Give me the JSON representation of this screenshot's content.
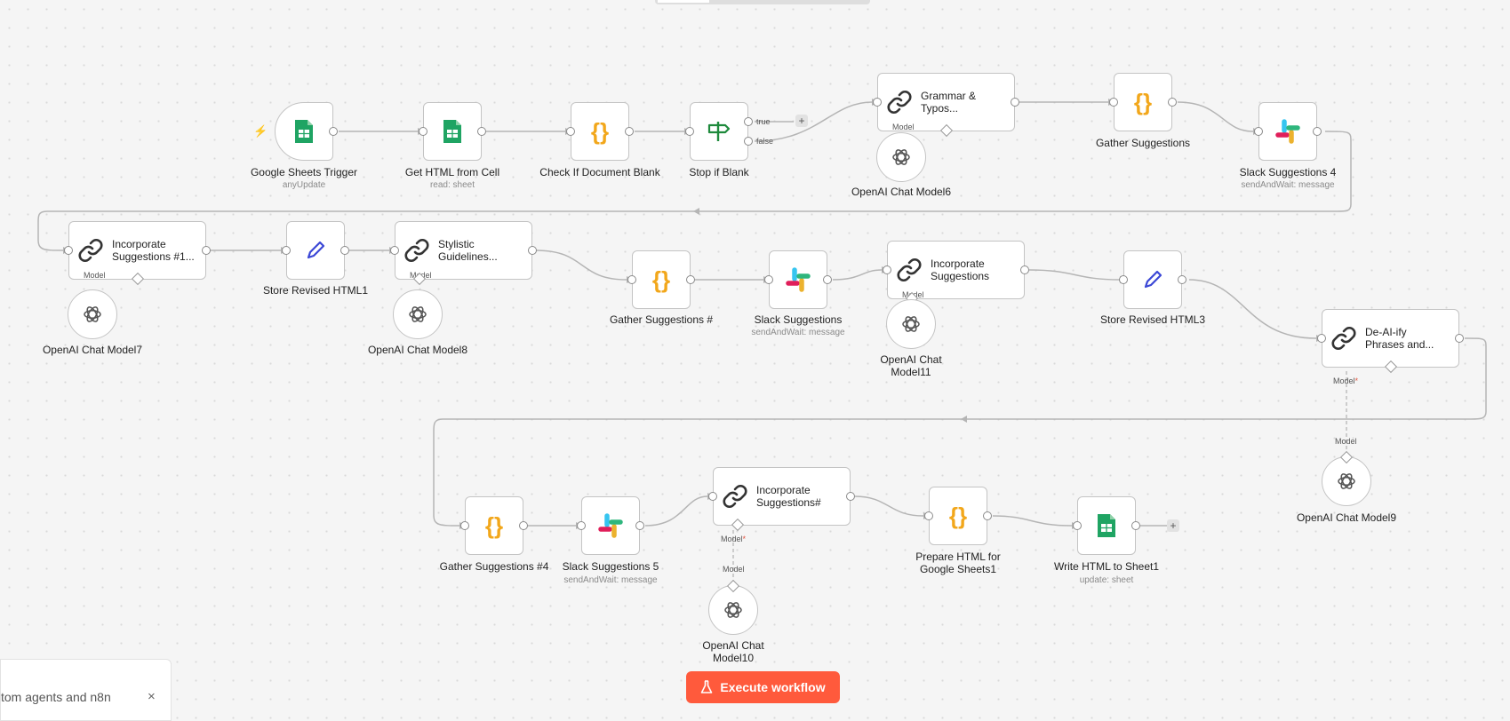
{
  "canvas": {
    "top_bar_indicator": "",
    "execute_label": "Execute workflow",
    "toast_message": "tom agents and n8n",
    "toast_close": "×",
    "colors": {
      "accent": "#ff5a3c",
      "sheets_green": "#1fa463",
      "code_orange": "#f2a71b",
      "edit_blue": "#3b47d6",
      "stop_green": "#1e8a3c"
    }
  },
  "nodes": {
    "google_sheets_trigger": {
      "label": "Google Sheets Trigger",
      "sub": "anyUpdate",
      "icon": "google-sheets-icon"
    },
    "get_html": {
      "label": "Get HTML from Cell",
      "sub": "read: sheet",
      "icon": "google-sheets-icon"
    },
    "check_blank": {
      "label": "Check If Document Blank",
      "icon": "code-braces-icon"
    },
    "stop_blank": {
      "label": "Stop if Blank",
      "icon": "signpost-icon",
      "true_label": "true",
      "false_label": "false"
    },
    "grammar": {
      "title": "Grammar &\nTypos...",
      "model_label": "Model",
      "icon": "link-chain-icon"
    },
    "openai6": {
      "label": "OpenAI Chat Model6",
      "icon": "openai-icon"
    },
    "gather1": {
      "label": "Gather Suggestions",
      "icon": "code-braces-icon"
    },
    "slack4": {
      "label": "Slack Suggestions 4",
      "sub": "sendAndWait: message",
      "icon": "slack-icon"
    },
    "incorp1": {
      "title": "Incorporate\nSuggestions #1...",
      "model_label": "Model",
      "icon": "link-chain-icon"
    },
    "openai7": {
      "label": "OpenAI Chat Model7",
      "icon": "openai-icon"
    },
    "store1": {
      "label": "Store Revised HTML1",
      "icon": "pencil-icon"
    },
    "stylistic": {
      "title": "Stylistic\nGuidelines...",
      "model_label": "Model",
      "icon": "link-chain-icon"
    },
    "openai8": {
      "label": "OpenAI Chat Model8",
      "icon": "openai-icon"
    },
    "gather2": {
      "label": "Gather Suggestions #",
      "icon": "code-braces-icon"
    },
    "slack": {
      "label": "Slack Suggestions",
      "sub": "sendAndWait: message",
      "icon": "slack-icon"
    },
    "incorp2": {
      "title": "Incorporate\nSuggestions",
      "model_label": "Model",
      "icon": "link-chain-icon"
    },
    "openai11": {
      "label": "OpenAI Chat\nModel11",
      "icon": "openai-icon"
    },
    "store3": {
      "label": "Store Revised HTML3",
      "icon": "pencil-icon"
    },
    "deai": {
      "title": "De-AI-ify\nPhrases and...",
      "model_label": "Model",
      "model_input_label": "Model",
      "icon": "link-chain-icon"
    },
    "openai9": {
      "label": "OpenAI Chat Model9",
      "icon": "openai-icon"
    },
    "gather4": {
      "label": "Gather Suggestions #4",
      "icon": "code-braces-icon"
    },
    "slack5": {
      "label": "Slack Suggestions 5",
      "sub": "sendAndWait: message",
      "icon": "slack-icon"
    },
    "incorp3": {
      "title": "Incorporate\nSuggestions#",
      "model_label": "Model",
      "model_input_label": "Model",
      "icon": "link-chain-icon"
    },
    "openai10": {
      "label": "OpenAI Chat\nModel10",
      "icon": "openai-icon"
    },
    "prepare": {
      "label": "Prepare HTML for\nGoogle Sheets1",
      "icon": "code-braces-icon"
    },
    "write": {
      "label": "Write HTML to Sheet1",
      "sub": "update: sheet",
      "icon": "google-sheets-icon"
    }
  },
  "add_buttons": {
    "plus": "+"
  },
  "required_marker": "*"
}
